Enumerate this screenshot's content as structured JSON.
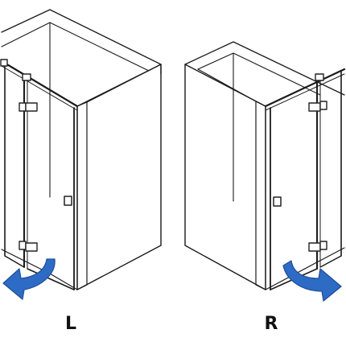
{
  "figure": {
    "left_variant": {
      "label": "L",
      "opening_direction": "left"
    },
    "right_variant": {
      "label": "R",
      "opening_direction": "right"
    }
  },
  "colors": {
    "outline": "#1a1a1a",
    "wall_fill": "#ffffff",
    "door_metal": "#222222",
    "arrow": "#2e6bc4",
    "arrow_dark": "#1f4f99"
  },
  "icons": {
    "arrow": "curved-arrow-icon",
    "hinge": "hinge-icon",
    "handle": "door-handle-icon"
  }
}
